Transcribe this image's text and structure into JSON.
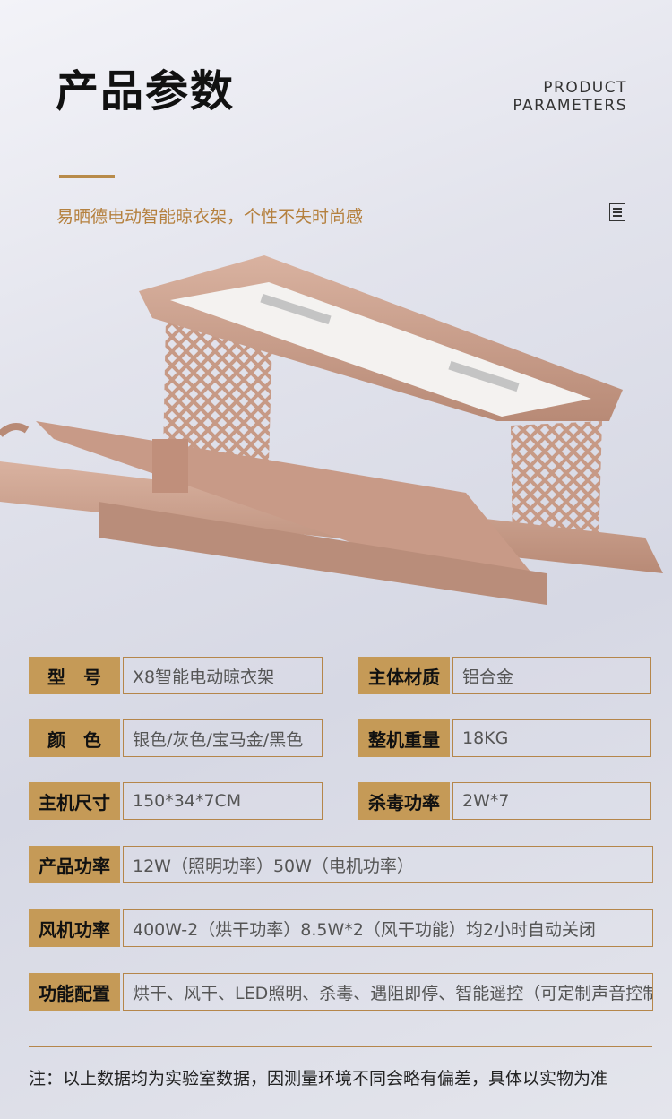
{
  "header": {
    "title": "产品参数",
    "en_line1": "PRODUCT",
    "en_line2": "PARAMETERS",
    "subtitle": "易晒德电动智能晾衣架，个性不失时尚感"
  },
  "icons": {
    "document": "document-icon"
  },
  "colors": {
    "accent": "#c59a57",
    "subtitle": "#b5813f",
    "product": "#caa290"
  },
  "specs": {
    "model": {
      "label": "型　号",
      "value": "X8智能电动晾衣架"
    },
    "material": {
      "label": "主体材质",
      "value": "铝合金"
    },
    "color": {
      "label": "颜　色",
      "value": "银色/灰色/宝马金/黑色"
    },
    "weight": {
      "label": "整机重量",
      "value": "18KG"
    },
    "size": {
      "label": "主机尺寸",
      "value": "150*34*7CM"
    },
    "sterilize": {
      "label": "杀毒功率",
      "value": "2W*7"
    },
    "power": {
      "label": "产品功率",
      "value": "12W（照明功率）50W（电机功率）"
    },
    "fan": {
      "label": "风机功率",
      "value": "400W-2（烘干功率）8.5W*2（风干功能）均2小时自动关闭"
    },
    "features": {
      "label": "功能配置",
      "value": "烘干、风干、LED照明、杀毒、遇阻即停、智能遥控（可定制声音控制）"
    }
  },
  "footer": {
    "note": "注：以上数据均为实验室数据，因测量环境不同会略有偏差，具体以实物为准"
  }
}
